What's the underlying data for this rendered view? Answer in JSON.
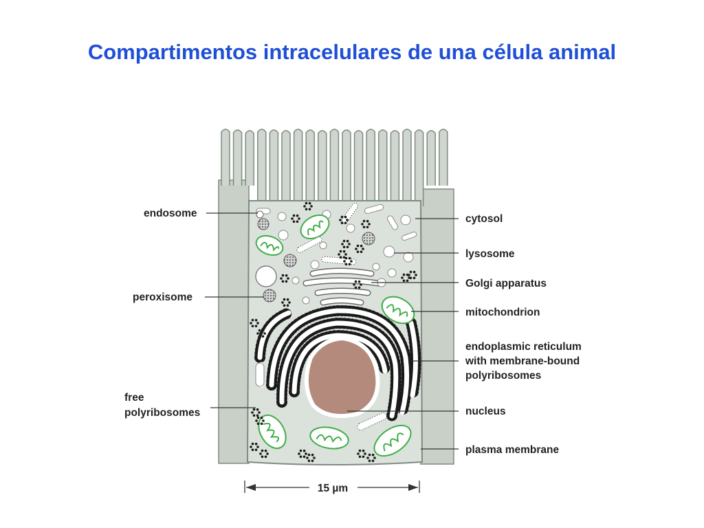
{
  "title": "Compartimentos intracelulares de una célula animal",
  "labels": {
    "endosome": "endosome",
    "peroxisome": "peroxisome",
    "free_poly_1": "free",
    "free_poly_2": "polyribosomes",
    "cytosol": "cytosol",
    "lysosome": "lysosome",
    "golgi": "Golgi apparatus",
    "mitochondrion": "mitochondrion",
    "er_1": "endoplasmic reticulum",
    "er_2": "with membrane-bound",
    "er_3": "polyribosomes",
    "nucleus": "nucleus",
    "plasma_membrane": "plasma membrane"
  },
  "scale_bar": "15 µm",
  "colors": {
    "title": "#1f4fd6",
    "cell_fill": "#cfd6cf",
    "cytoplasm": "#dbe1db",
    "cell_stroke": "#7f8a80",
    "organelle_white": "#ffffff",
    "mito_green": "#3fae49",
    "nucleus": "#b48a7c",
    "ribosome": "#1a1a1a",
    "vesicle_grey": "#8a8a8a"
  }
}
